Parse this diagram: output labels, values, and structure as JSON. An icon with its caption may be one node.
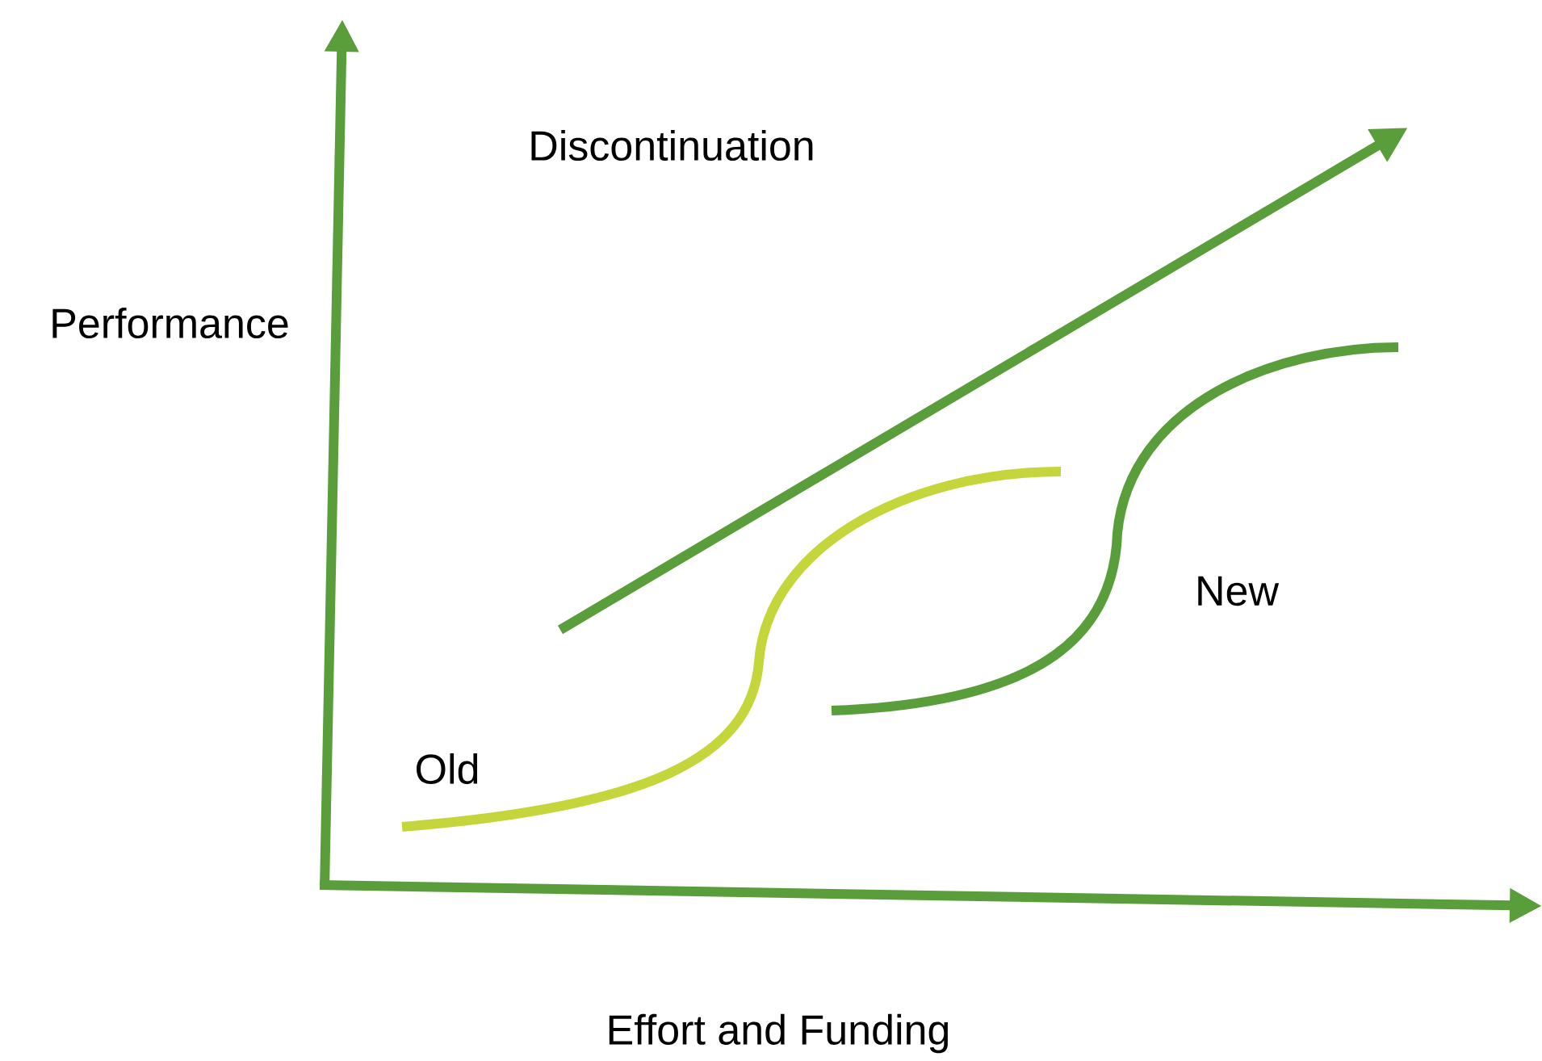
{
  "diagram": {
    "labels": [
      "Discontinuation",
      "Performance",
      "Old",
      "New",
      "Effort and Funding"
    ]
  }
}
